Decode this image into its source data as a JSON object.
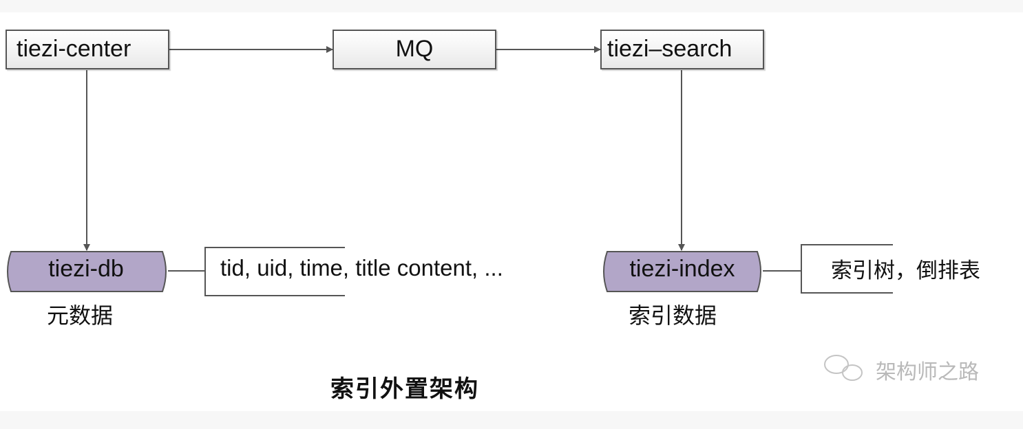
{
  "nodes": {
    "center": "tiezi-center",
    "mq": "MQ",
    "search": "tiezi–search"
  },
  "stores": {
    "db": "tiezi-db",
    "index": "tiezi-index"
  },
  "notes": {
    "db_fields": "tid, uid, time, title content, ...",
    "index_types": "索引树，倒排表"
  },
  "labels": {
    "db": "元数据",
    "index": "索引数据"
  },
  "caption": "索引外置架构",
  "watermark": "架构师之路",
  "colors": {
    "store_fill": "#b2a6c8",
    "line": "#555555",
    "watermark": "#b9b9b9"
  }
}
